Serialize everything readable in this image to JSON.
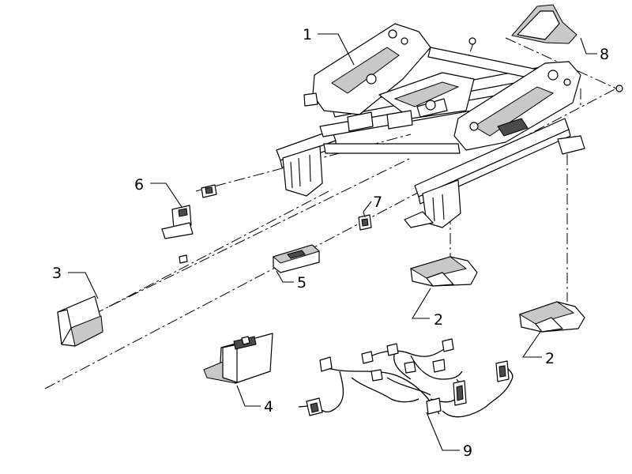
{
  "callouts": [
    {
      "id": "1",
      "text": "1"
    },
    {
      "id": "8",
      "text": "8"
    },
    {
      "id": "6",
      "text": "6"
    },
    {
      "id": "7",
      "text": "7"
    },
    {
      "id": "3",
      "text": "3"
    },
    {
      "id": "5",
      "text": "5"
    },
    {
      "id": "2a",
      "text": "2"
    },
    {
      "id": "2b",
      "text": "2"
    },
    {
      "id": "4",
      "text": "4"
    },
    {
      "id": "9",
      "text": "9"
    }
  ]
}
